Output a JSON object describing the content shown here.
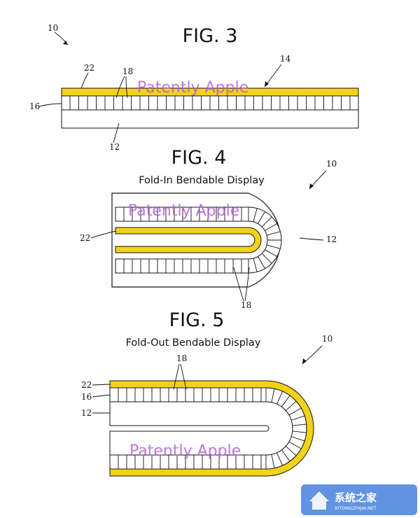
{
  "figures": [
    {
      "id": "fig3",
      "title": "FIG. 3",
      "subtitle": "",
      "refs": {
        "device": "10",
        "cover": "22",
        "pixels": "18",
        "layer": "16",
        "substrate": "12",
        "display": "14"
      }
    },
    {
      "id": "fig4",
      "title": "FIG. 4",
      "subtitle": "Fold-In Bendable Display",
      "refs": {
        "device": "10",
        "cover": "22",
        "substrate": "12",
        "pixels": "18"
      }
    },
    {
      "id": "fig5",
      "title": "FIG. 5",
      "subtitle": "Fold-Out Bendable Display",
      "refs": {
        "device": "10",
        "pixels": "18",
        "cover": "22",
        "layer": "16",
        "substrate": "12"
      }
    }
  ],
  "watermark": "Patently Apple",
  "corner_logo": {
    "text": "系统之家",
    "url": "XITONGZHIJIA.NET"
  },
  "colors": {
    "cover": "#f2d21a",
    "line": "#111111",
    "watermark": "#b25fd6",
    "logo_blue": "#2e6fd8"
  }
}
